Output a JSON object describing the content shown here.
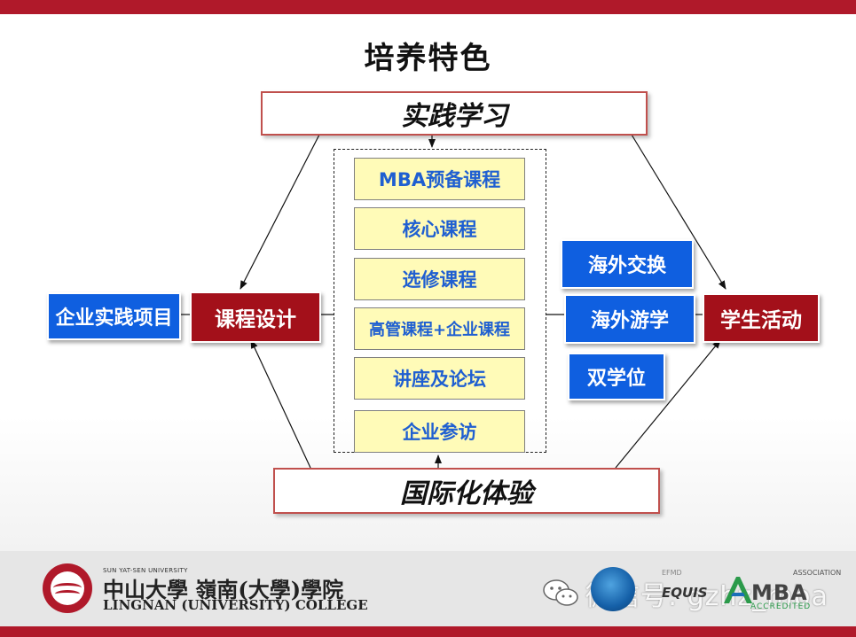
{
  "title": "培养特色",
  "top_banner": "实践学习",
  "bottom_banner": "国际化体验",
  "courses": [
    {
      "label": "MBA预备课程"
    },
    {
      "label": "核心课程"
    },
    {
      "label": "选修课程"
    },
    {
      "label": "高管课程+企业课程"
    },
    {
      "label": "讲座及论坛"
    },
    {
      "label": "企业参访"
    }
  ],
  "left": {
    "project": "企业实践项目",
    "design": "课程设计"
  },
  "right": {
    "items": [
      {
        "label": "海外交换"
      },
      {
        "label": "海外游学"
      },
      {
        "label": "双学位"
      }
    ],
    "activity": "学生活动"
  },
  "footer": {
    "uni_en_small": "SUN YAT-SEN UNIVERSITY",
    "uni_cn": "中山大學 嶺南(大學)學院",
    "uni_en": "LINGNAN (UNIVERSITY) COLLEGE",
    "equis_small": "EFMD",
    "equis": "EQUIS",
    "amba_top": "ASSOCIATION",
    "amba": "MBA",
    "amba_bottom": "ACCREDITED",
    "wechat": "微信号: gzhz_mba"
  },
  "colors": {
    "red": "#a3101a",
    "blue": "#0f5fe0",
    "yellow": "#fffbb8",
    "course_text": "#1f5fd1"
  }
}
